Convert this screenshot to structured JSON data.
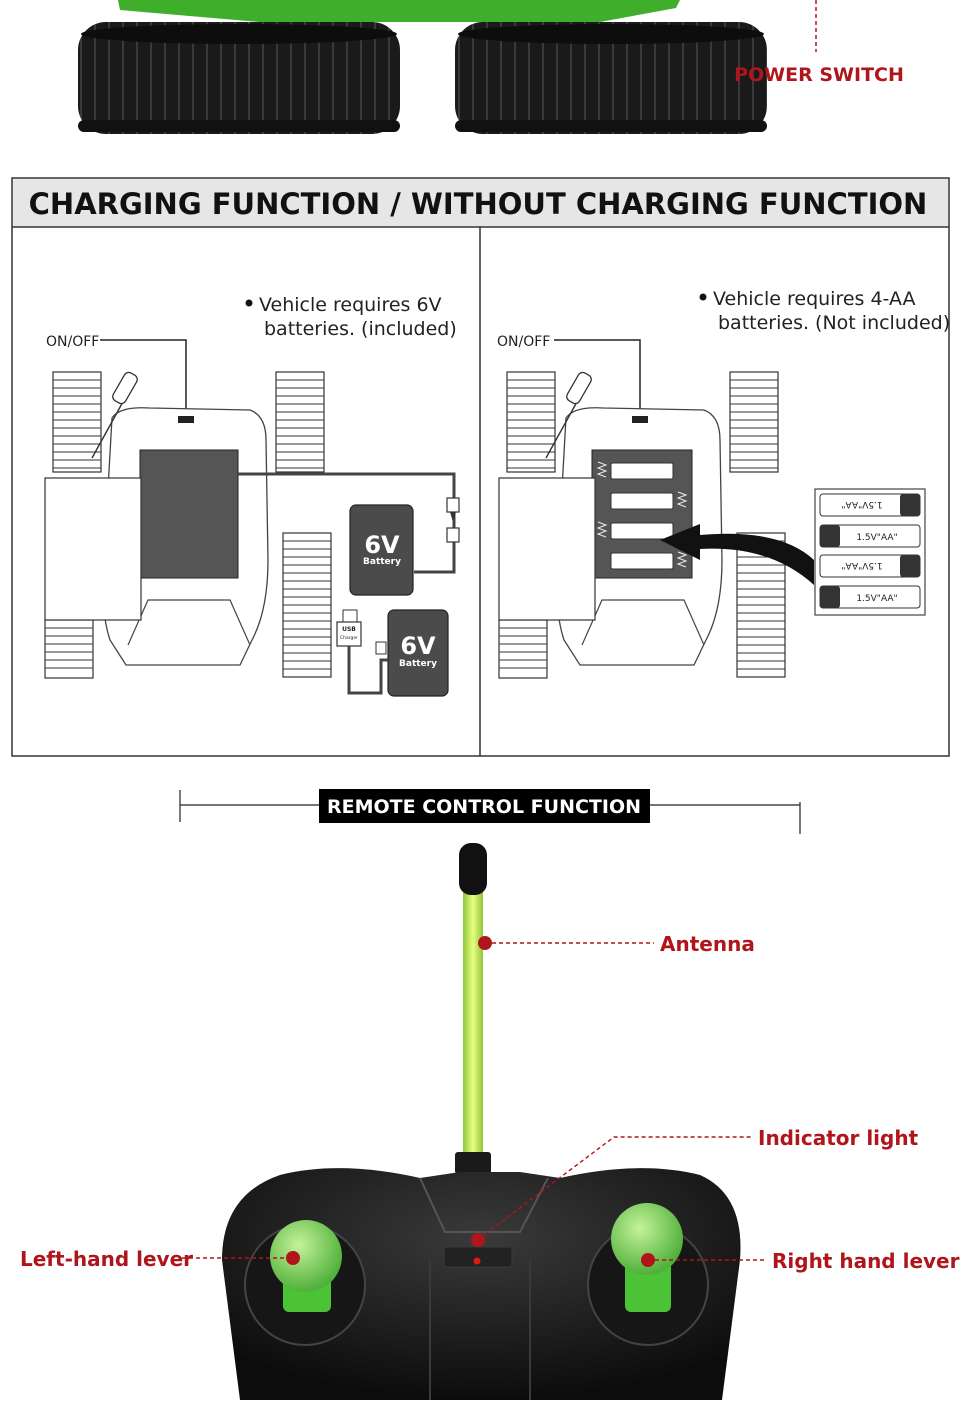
{
  "top": {
    "power_switch_label": "POWER SWITCH"
  },
  "charging_panel": {
    "title": "CHARGING FUNCTION / WITHOUT CHARGING FUNCTION",
    "left": {
      "note_line1": "Vehicle requires 6V",
      "note_line2": "batteries. (included)",
      "onoff_label": "ON/OFF",
      "battery_big": "6V",
      "battery_word": "Battery",
      "usb_label_1": "USB",
      "usb_label_2": "Charger"
    },
    "right": {
      "note_line1": "Vehicle requires 4-AA",
      "note_line2": "batteries. (Not included)",
      "onoff_label": "ON/OFF",
      "aa_label": "1.5V\"AA\""
    }
  },
  "remote_section": {
    "title": "REMOTE CONTROL FUNCTION",
    "labels": {
      "antenna": "Antenna",
      "indicator": "Indicator light",
      "left_lever": "Left-hand lever",
      "right_lever": "Right hand lever"
    }
  },
  "colors": {
    "label_red": "#b0151c",
    "lever_green": "#7fd65a",
    "antenna_green": "#c9ef5a",
    "toy_green": "#3fae2a"
  }
}
